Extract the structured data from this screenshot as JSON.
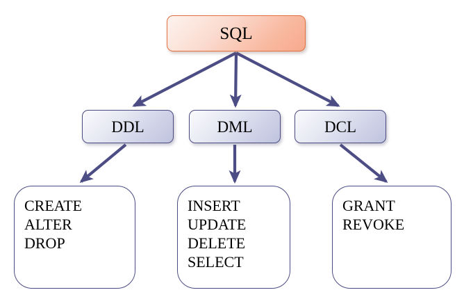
{
  "diagram": {
    "title": "SQL",
    "root": {
      "label": "SQL",
      "fill_start": "#FDF3EF",
      "fill_end": "#F6A98C",
      "border_color": "#E2703F"
    },
    "branch_style": {
      "fill_start": "#FBFBFD",
      "fill_end": "#BFC3DE",
      "border_color": "#4B4B82"
    },
    "leaf_style": {
      "fill": "#FFFFFF",
      "border_color": "#4B4B82"
    },
    "arrow_color": "#4D4D85",
    "branches": [
      {
        "label": "DDL",
        "commands": [
          "CREATE",
          "ALTER",
          "DROP"
        ]
      },
      {
        "label": "DML",
        "commands": [
          "INSERT",
          "UPDATE",
          "DELETE",
          "SELECT"
        ]
      },
      {
        "label": "DCL",
        "commands": [
          "GRANT",
          "REVOKE"
        ]
      }
    ]
  }
}
